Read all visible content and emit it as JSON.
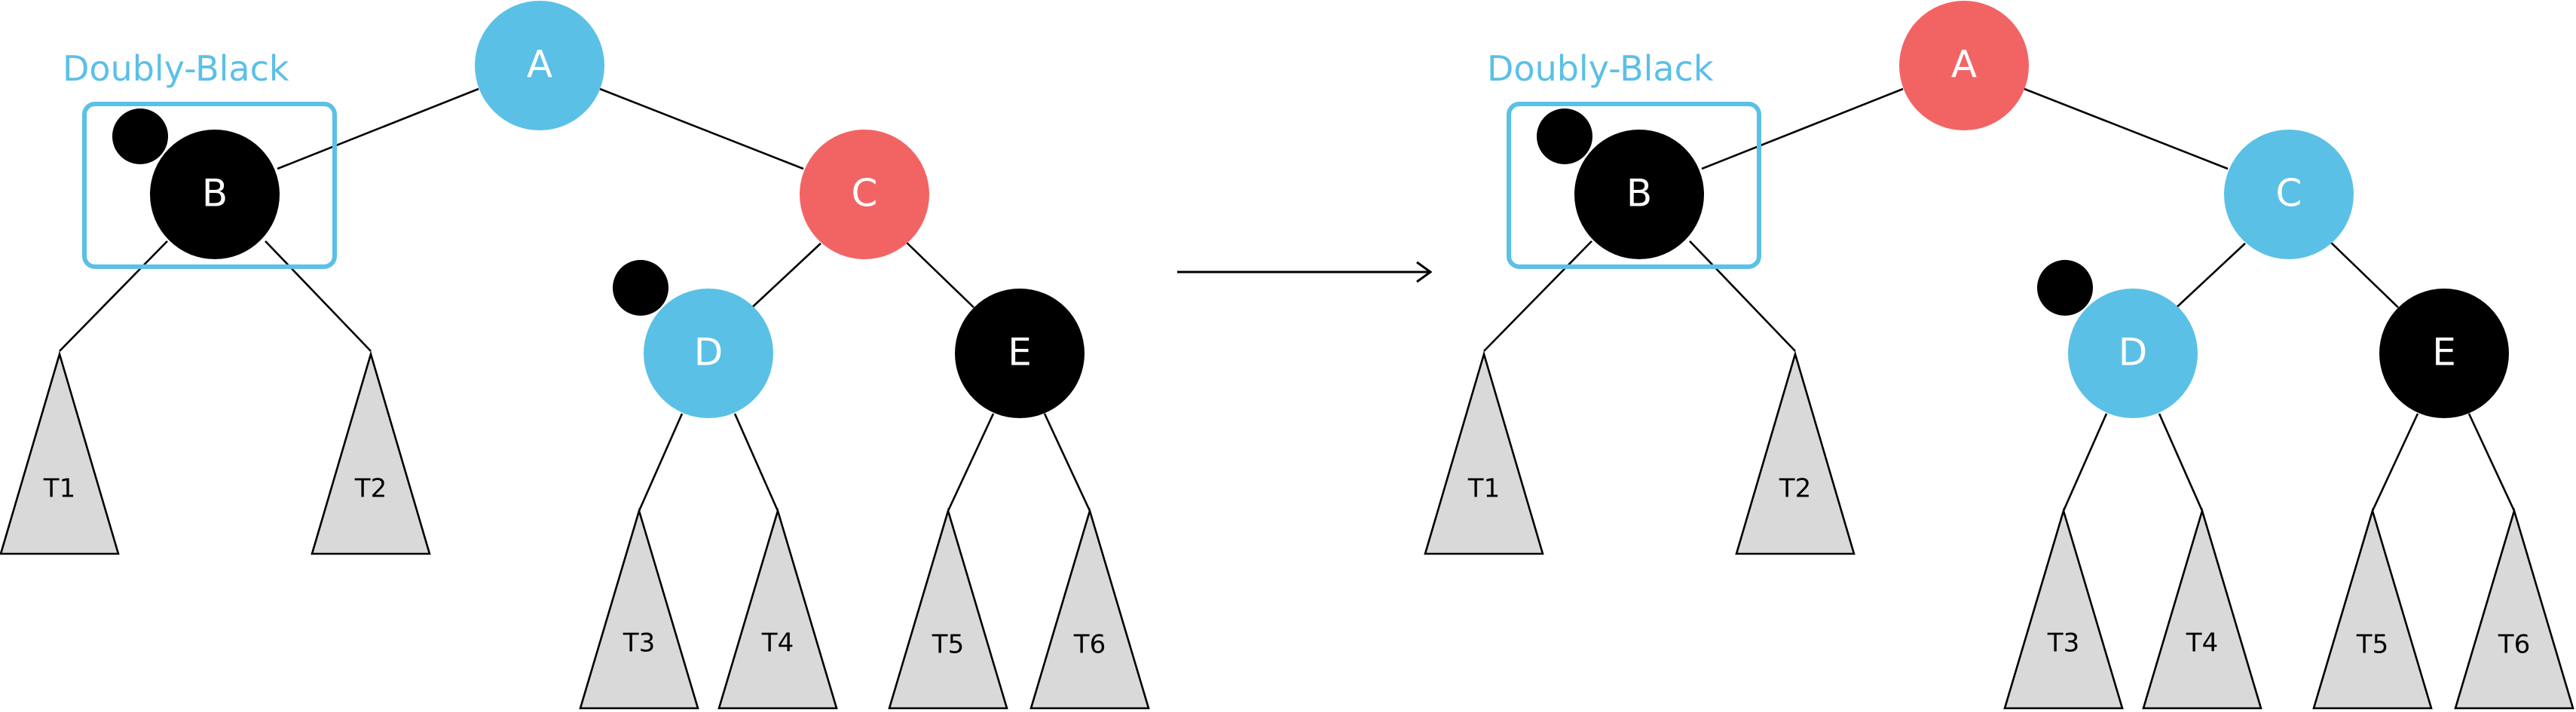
{
  "colors": {
    "blue": "#5bc0e6",
    "red": "#f26464",
    "black": "#000000",
    "subtree_fill": "#d9d9d9",
    "doubly_black_box": "#5bc0e6"
  },
  "panels": [
    {
      "doubly_black_label": "Doubly-Black",
      "nodes": {
        "A": {
          "label": "A",
          "color": "blue"
        },
        "B": {
          "label": "B",
          "color": "black"
        },
        "C": {
          "label": "C",
          "color": "red"
        },
        "D": {
          "label": "D",
          "color": "blue"
        },
        "E": {
          "label": "E",
          "color": "black"
        }
      },
      "subtrees": [
        "T1",
        "T2",
        "T3",
        "T4",
        "T5",
        "T6"
      ]
    },
    {
      "doubly_black_label": "Doubly-Black",
      "nodes": {
        "A": {
          "label": "A",
          "color": "red"
        },
        "B": {
          "label": "B",
          "color": "black"
        },
        "C": {
          "label": "C",
          "color": "blue"
        },
        "D": {
          "label": "D",
          "color": "blue"
        },
        "E": {
          "label": "E",
          "color": "black"
        }
      },
      "subtrees": [
        "T1",
        "T2",
        "T3",
        "T4",
        "T5",
        "T6"
      ]
    }
  ]
}
